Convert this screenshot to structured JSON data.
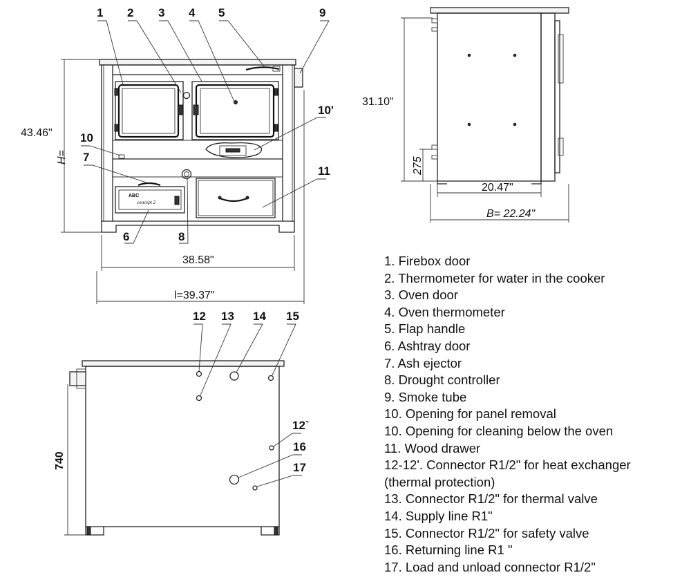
{
  "front_callouts": [
    "1",
    "2",
    "3",
    "4",
    "5",
    "9",
    "10'",
    "10",
    "7",
    "11",
    "6",
    "8"
  ],
  "front_dims": {
    "height_value": "43.46\"",
    "height_symbol": "H=",
    "inner_width": "38.58\"",
    "overall_width": "l=39.37\""
  },
  "side_dims": {
    "height_value": "31.10\"",
    "foot_height": "275",
    "depth": "20.47\"",
    "overall_depth": "B= 22.24\""
  },
  "back_callouts": [
    "12",
    "13",
    "14",
    "15",
    "12`",
    "16",
    "17"
  ],
  "back_dims": {
    "height": "740"
  },
  "legend": [
    "1. Firebox door",
    "2. Thermometer for water in the cooker",
    "3. Oven door",
    "4. Oven thermometer",
    "5. Flap handle",
    "6. Ashtray door",
    "7. Ash ejector",
    "8. Drought controller",
    "9. Smoke tube",
    "10. Opening for panel removal",
    "10. Opening for cleaning below the oven",
    "11. Wood drawer",
    "12-12'. Connector R1/2\" for heat exchanger",
    " (thermal protection)",
    "13. Connector R1/2\" for thermal valve",
    "14. Supply line R1\"",
    "15. Connector R1/2\" for safety valve",
    "16. Returning line R1 \"",
    "17. Load and unload connector R1/2\""
  ],
  "badge": {
    "brand": "ABC",
    "model": "concept 2"
  }
}
